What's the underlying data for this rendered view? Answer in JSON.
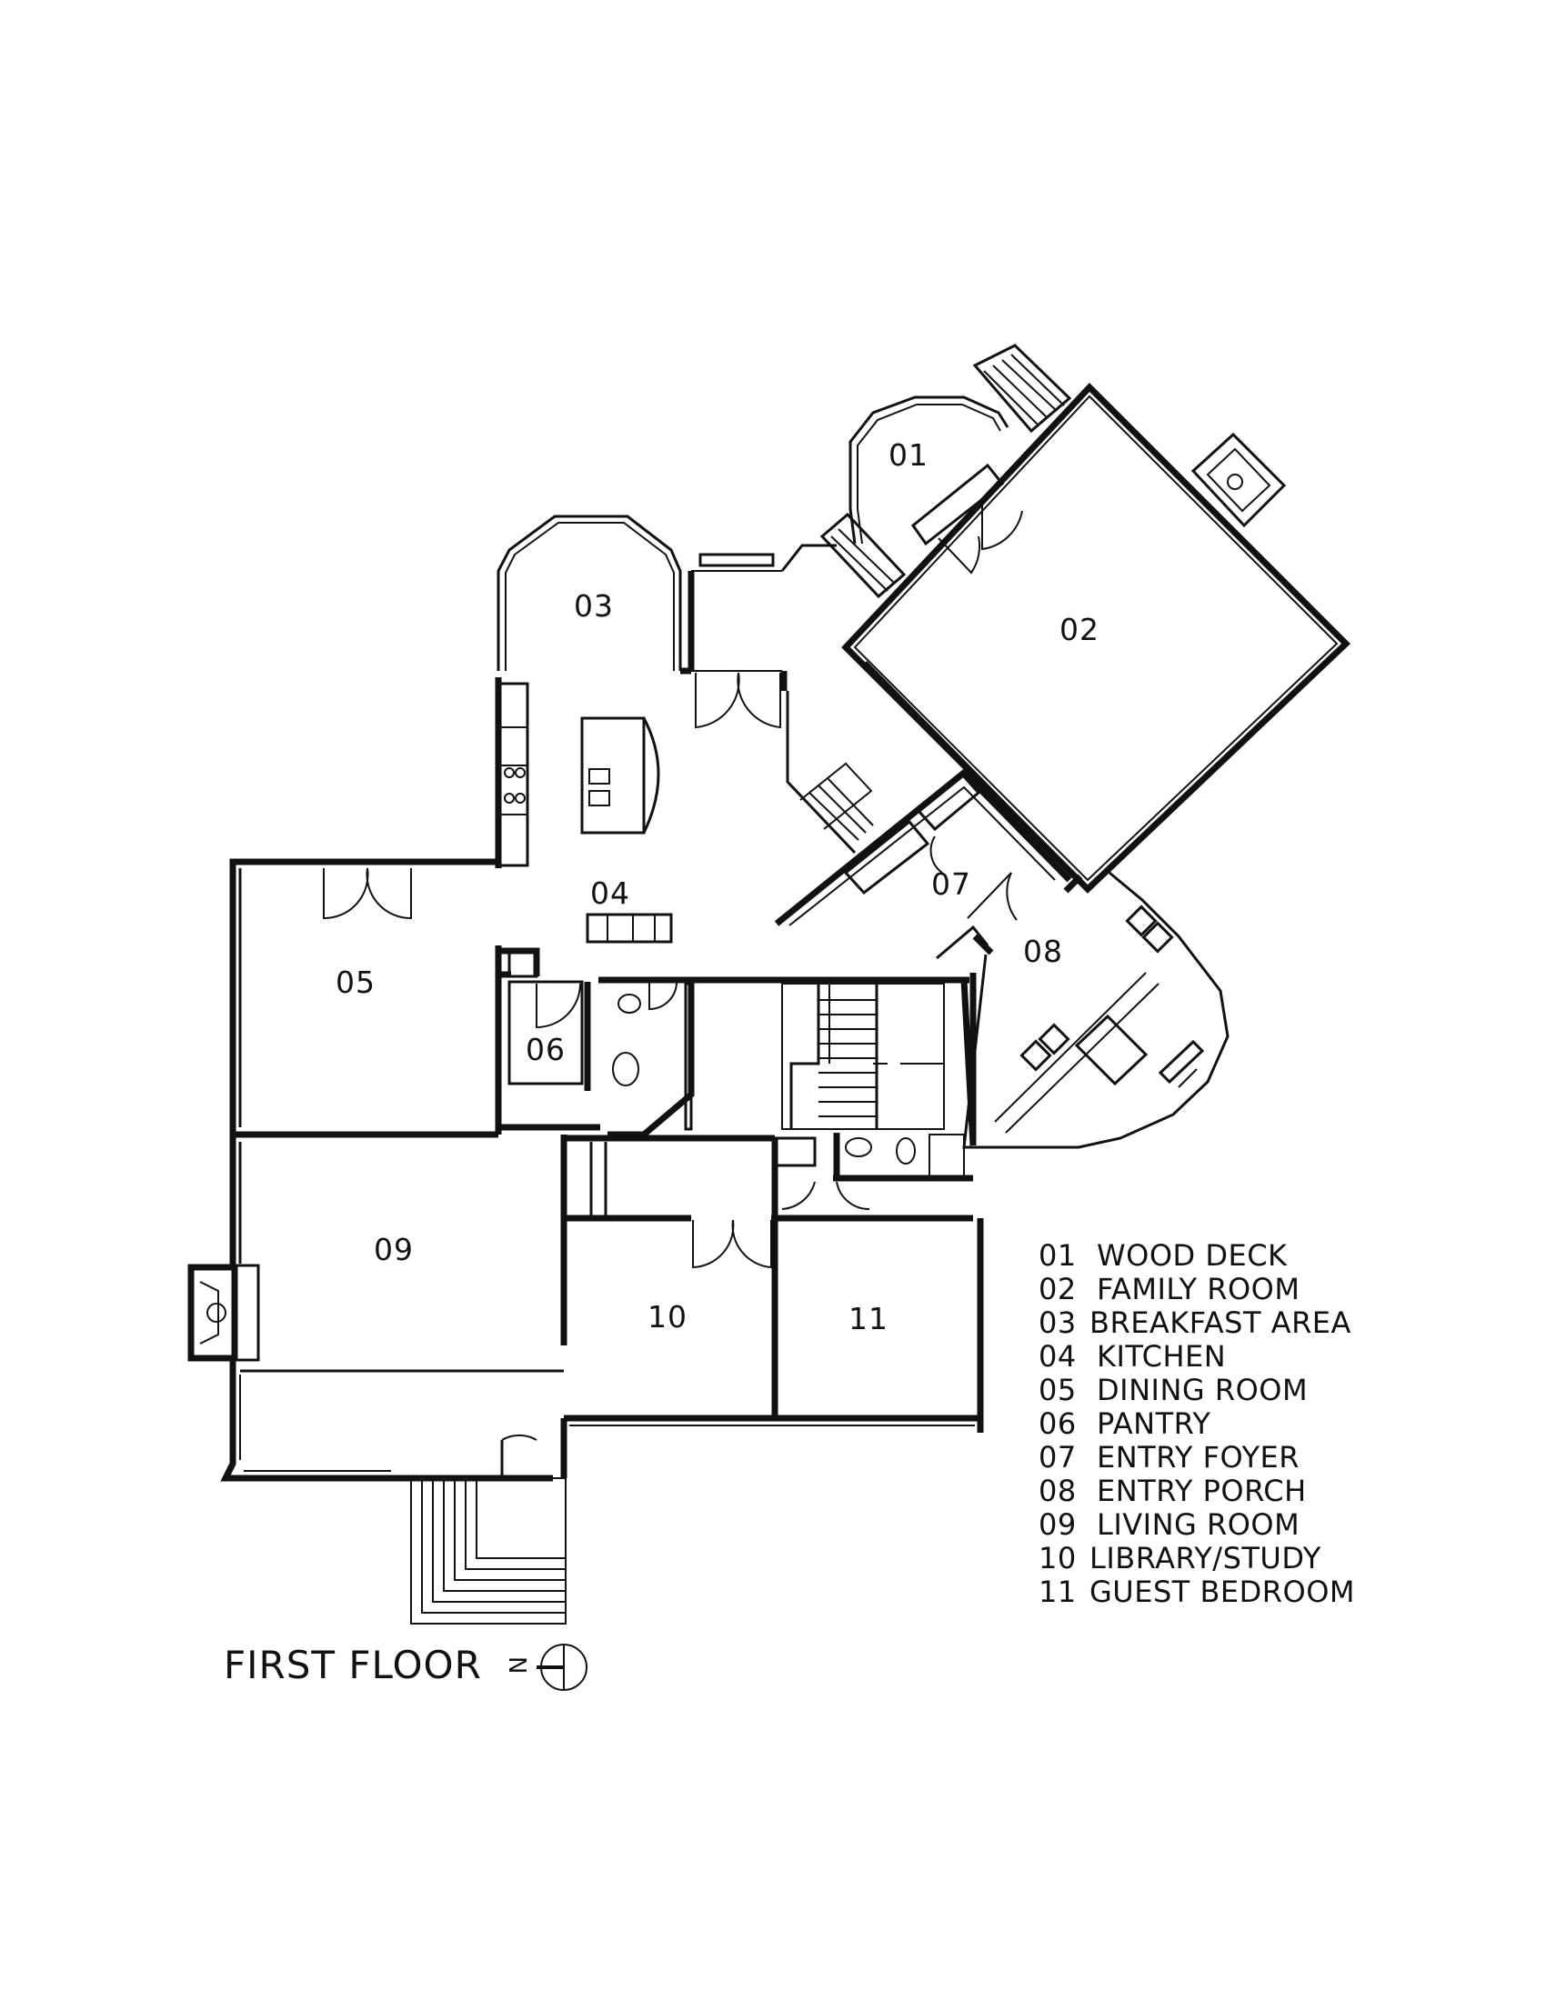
{
  "plan": {
    "title": "FIRST FLOOR",
    "north_letter": "N"
  },
  "rooms": [
    {
      "number": "01",
      "name": "WOOD DECK"
    },
    {
      "number": "02",
      "name": "FAMILY ROOM"
    },
    {
      "number": "03",
      "name": "BREAKFAST AREA"
    },
    {
      "number": "04",
      "name": "KITCHEN"
    },
    {
      "number": "05",
      "name": "DINING ROOM"
    },
    {
      "number": "06",
      "name": "PANTRY"
    },
    {
      "number": "07",
      "name": "ENTRY FOYER"
    },
    {
      "number": "08",
      "name": "ENTRY PORCH"
    },
    {
      "number": "09",
      "name": "LIVING ROOM"
    },
    {
      "number": "10",
      "name": "LIBRARY/STUDY"
    },
    {
      "number": "11",
      "name": "GUEST BEDROOM"
    }
  ]
}
